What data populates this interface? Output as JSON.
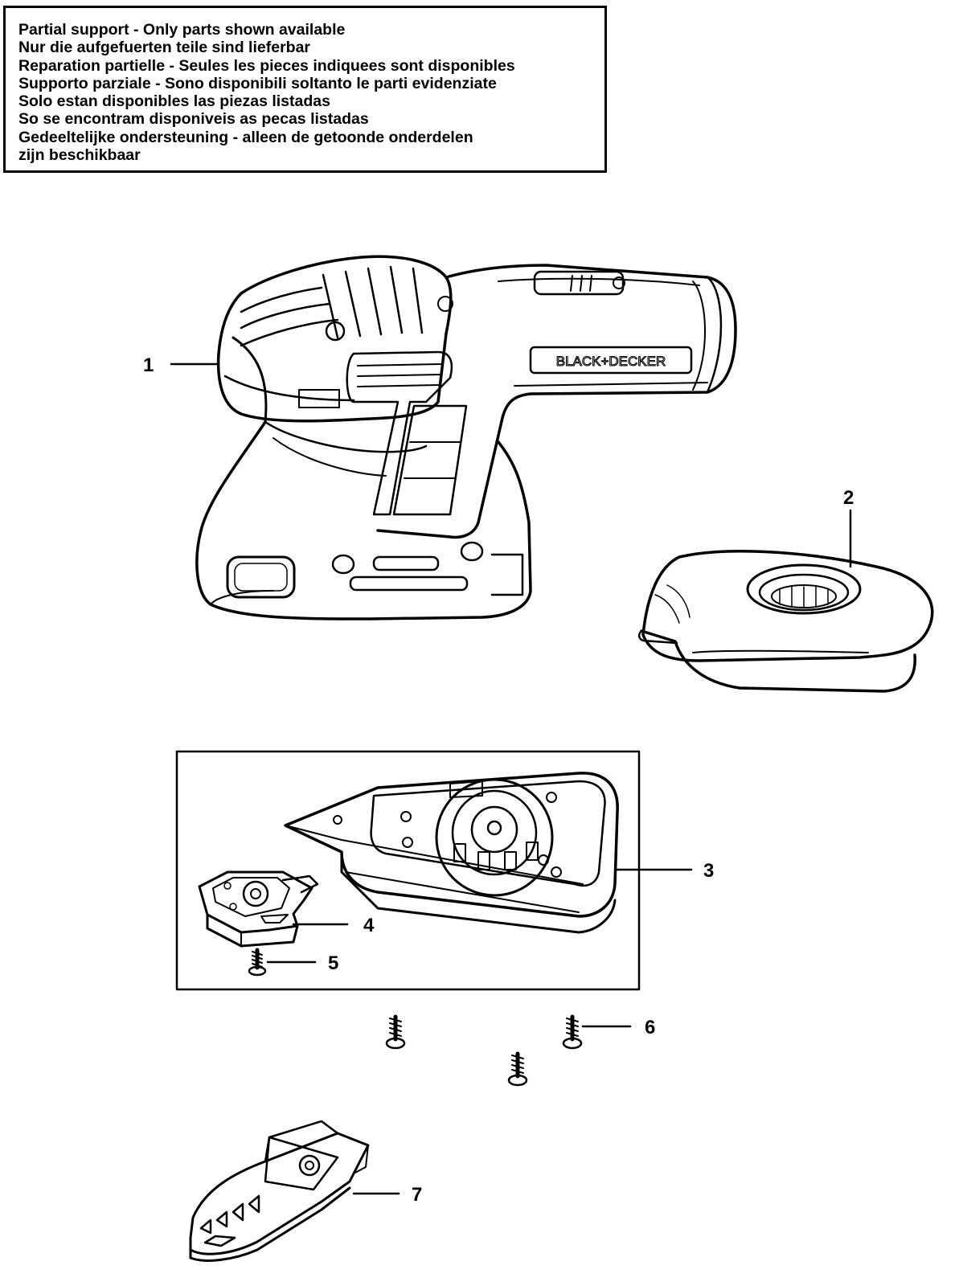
{
  "notice": {
    "lines": [
      "Partial support - Only parts shown available",
      "Nur die aufgefuerten teile sind lieferbar",
      "Reparation partielle - Seules les pieces indiquees sont disponibles",
      "Supporto parziale - Sono disponibili soltanto le parti evidenziate",
      "Solo estan disponibles las piezas listadas",
      "So se encontram disponiveis as pecas listadas",
      "Gedeeltelijke ondersteuning - alleen de getoonde onderdelen",
      "zijn beschikbaar"
    ]
  },
  "brand_label": "BLACK+DECKER",
  "callouts": [
    "1",
    "2",
    "3",
    "4",
    "5",
    "6",
    "7"
  ],
  "parts": [
    {
      "number": "1",
      "icon": "sander-housing-icon"
    },
    {
      "number": "2",
      "icon": "dust-canister-icon"
    },
    {
      "number": "3",
      "icon": "sanding-base-assembly-icon"
    },
    {
      "number": "4",
      "icon": "finger-attachment-holder-icon"
    },
    {
      "number": "5",
      "icon": "screw-icon"
    },
    {
      "number": "6",
      "icon": "screw-icon"
    },
    {
      "number": "7",
      "icon": "detail-finger-attachment-icon"
    }
  ],
  "line_color": "#000000",
  "background": "#ffffff"
}
